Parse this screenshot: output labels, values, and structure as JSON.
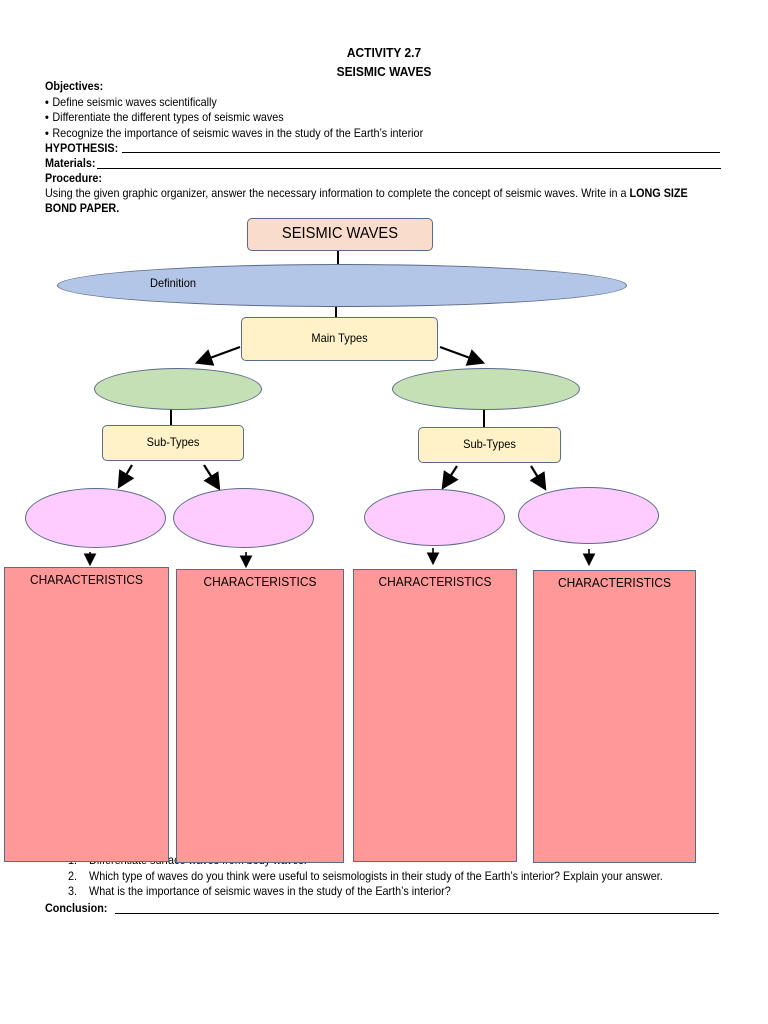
{
  "header": {
    "activity": "ACTIVITY 2.7",
    "title": "SEISMIC WAVES"
  },
  "objectives": {
    "heading": "Objectives:",
    "items": [
      "Define seismic waves scientifically",
      "Differentiate the different types of seismic waves",
      "Recognize the importance of seismic waves in the study of the Earth’s interior"
    ]
  },
  "hypothesis_label": "HYPOTHESIS:",
  "materials_label": "Materials:",
  "procedure": {
    "heading": "Procedure:",
    "text_1": "Using the given graphic organizer,   answer the necessary information to complete the concept of seismic waves. Write in a ",
    "emphasis_1": "LONG SIZE",
    "emphasis_2": "BOND PAPER."
  },
  "organizer": {
    "root": "SEISMIC WAVES",
    "definition": "Definition",
    "main_types": "Main Types",
    "subtypes_left": "Sub-Types",
    "subtypes_right": "Sub-Types",
    "characteristics": [
      "CHARACTERISTICS",
      "CHARACTERISTICS",
      "CHARACTERISTICS",
      "CHARACTERISTICS"
    ]
  },
  "questions": [
    {
      "num": "1.",
      "text": "Differentiate surface waves from body waves."
    },
    {
      "num": "2.",
      "text": "Which type of waves do you think were useful to seismologists in their study of the Earth’s interior? Explain your answer."
    },
    {
      "num": "3.",
      "text": "What is the importance of seismic waves in the study of the Earth’s interior?"
    }
  ],
  "conclusion_label": "Conclusion:",
  "colors": {
    "root_box": "#f9dccb",
    "definition_ellipse": "#b4c6e7",
    "type_box": "#fff2c8",
    "type_ellipse": "#c5e0b4",
    "subtype_ellipse": "#ffccff",
    "characteristics_box": "#ff9999",
    "outline": "#5a6b8a"
  }
}
